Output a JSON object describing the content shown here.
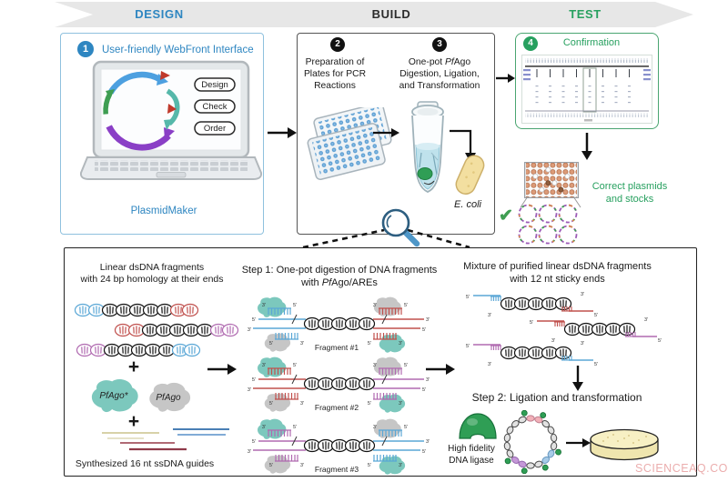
{
  "banner": {
    "design": "DESIGN",
    "build": "BUILD",
    "test": "TEST"
  },
  "design_box": {
    "number": "1",
    "title": "User-friendly WebFront Interface",
    "buttons": [
      "Design",
      "Check",
      "Order"
    ],
    "caption": "PlasmidMaker"
  },
  "build_box": {
    "step2": {
      "number": "2",
      "lines": [
        "Preparation of",
        "Plates for PCR",
        "Reactions"
      ]
    },
    "step3": {
      "number": "3",
      "line1_pre": "One-pot ",
      "line1_italic": "Pf",
      "line1_post": "Ago",
      "line2": "Digestion, Ligation,",
      "line3": "and Transformation"
    },
    "ecoli_label": "E. coli"
  },
  "test_box": {
    "number": "4",
    "title": "Confirmation",
    "result_line1": "Correct plasmids",
    "result_line2": "and stocks"
  },
  "detail_panel": {
    "left": {
      "title_line1": "Linear dsDNA fragments",
      "title_line2": "with 24 bp homology at their ends",
      "plus": "+",
      "pfago_star": "PfAgo*",
      "pfago": "PfAgo",
      "guides_label": "Synthesized 16 nt ssDNA guides"
    },
    "middle": {
      "title_line1": "Step 1: One-pot digestion of DNA fragments",
      "title_line2_pre": "with ",
      "title_line2_italic": "Pf",
      "title_line2_post": "Ago/AREs",
      "fragment1": "Fragment #1",
      "fragment2": "Fragment #2",
      "fragment3": "Fragment #3"
    },
    "right": {
      "title_line1": "Mixture of purified linear dsDNA fragments",
      "title_line2": "with 12 nt sticky ends",
      "step2_title": "Step 2: Ligation and transformation",
      "ligase_line1": "High fidelity",
      "ligase_line2": "DNA ligase"
    }
  },
  "strand": {
    "five": "5'",
    "three": "3'"
  },
  "icons": {
    "checkmark": "✔"
  },
  "watermark": "SCIENCEAQ.COM",
  "colors": {
    "design_blue": "#2e86c1",
    "build_dark": "#2b2b2b",
    "test_green": "#27a05f",
    "teal_protein": "#7cc8bd",
    "gray_protein": "#c6c6c6",
    "fragment_blue": "#5aa7d6",
    "fragment_red": "#c0504d",
    "fragment_purple": "#b06ab0",
    "ligase_green": "#2f9e55",
    "ecoli_yellow": "#f3dfa0"
  }
}
